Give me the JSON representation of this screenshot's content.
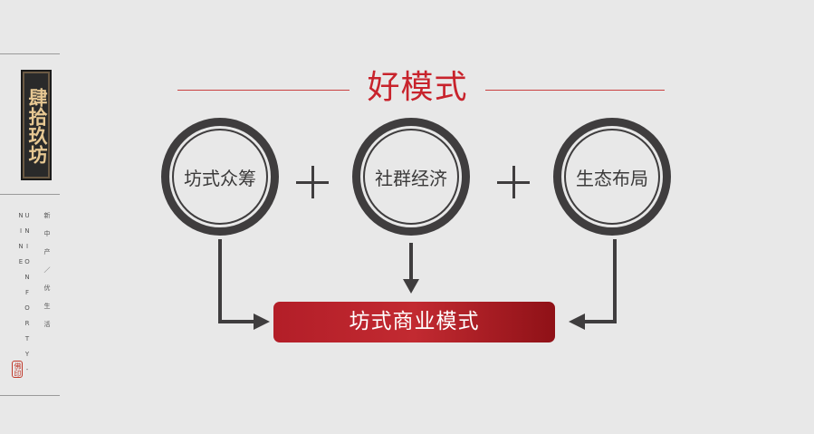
{
  "brand": {
    "logo_text": "肆拾玖坊"
  },
  "sidebar": {
    "slogan": "新中产／优生活",
    "english": "UNIONFORTY-NINE",
    "seal_text": "佛印"
  },
  "diagram": {
    "title": "好模式",
    "nodes": [
      "坊式众筹",
      "社群经济",
      "生态布局"
    ],
    "result": "坊式商业模式"
  },
  "colors": {
    "accent_red": "#c8232c",
    "circle_ring": "#3f3d3e",
    "background": "#e8e8e8",
    "logo_gold": "#e7c893"
  }
}
